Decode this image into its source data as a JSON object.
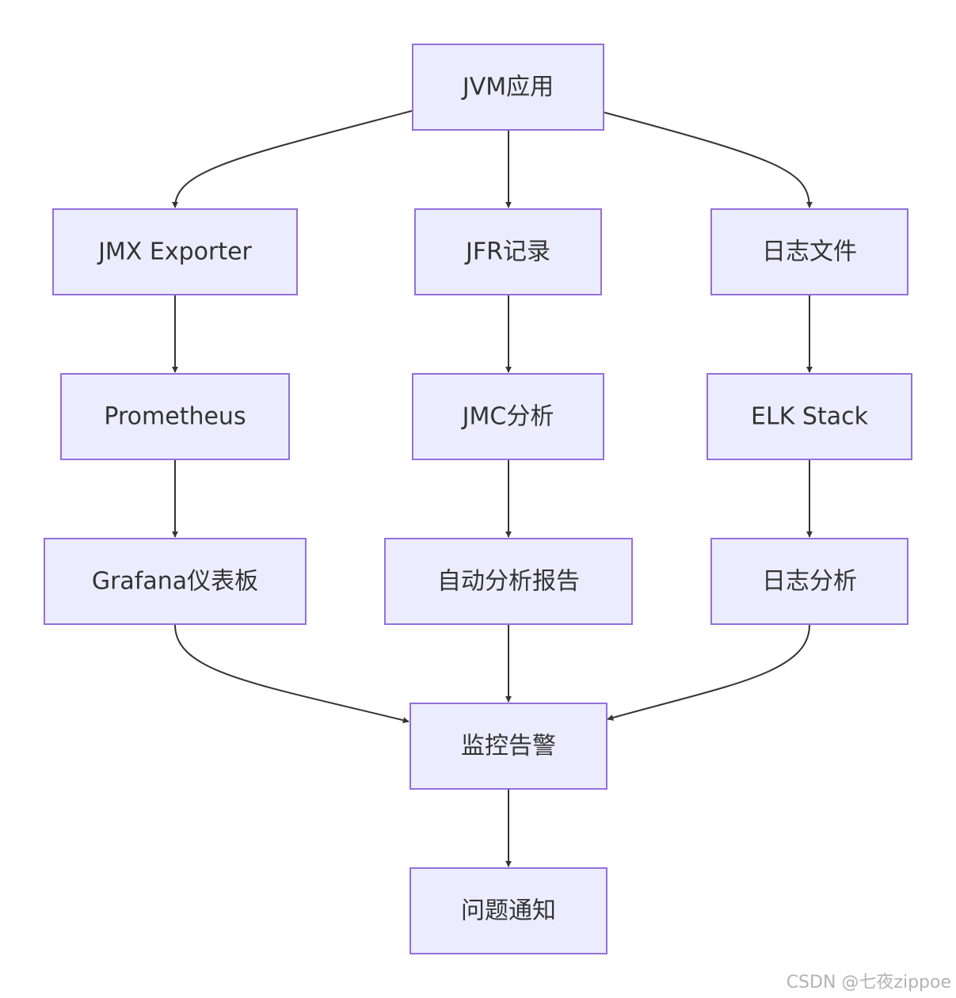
{
  "nodes": {
    "jvm_app": "JVM应用",
    "jmx_exporter": "JMX Exporter",
    "jfr_record": "JFR记录",
    "log_files": "日志文件",
    "prometheus": "Prometheus",
    "jmc_analysis": "JMC分析",
    "elk_stack": "ELK Stack",
    "grafana_dashboard": "Grafana仪表板",
    "auto_report": "自动分析报告",
    "log_analysis": "日志分析",
    "monitor_alert": "监控告警",
    "issue_notify": "问题通知"
  },
  "edges": [
    [
      "jvm_app",
      "jmx_exporter"
    ],
    [
      "jvm_app",
      "jfr_record"
    ],
    [
      "jvm_app",
      "log_files"
    ],
    [
      "jmx_exporter",
      "prometheus"
    ],
    [
      "jfr_record",
      "jmc_analysis"
    ],
    [
      "log_files",
      "elk_stack"
    ],
    [
      "prometheus",
      "grafana_dashboard"
    ],
    [
      "jmc_analysis",
      "auto_report"
    ],
    [
      "elk_stack",
      "log_analysis"
    ],
    [
      "grafana_dashboard",
      "monitor_alert"
    ],
    [
      "auto_report",
      "monitor_alert"
    ],
    [
      "log_analysis",
      "monitor_alert"
    ],
    [
      "monitor_alert",
      "issue_notify"
    ]
  ],
  "watermark": "CSDN @七夜zippoe"
}
